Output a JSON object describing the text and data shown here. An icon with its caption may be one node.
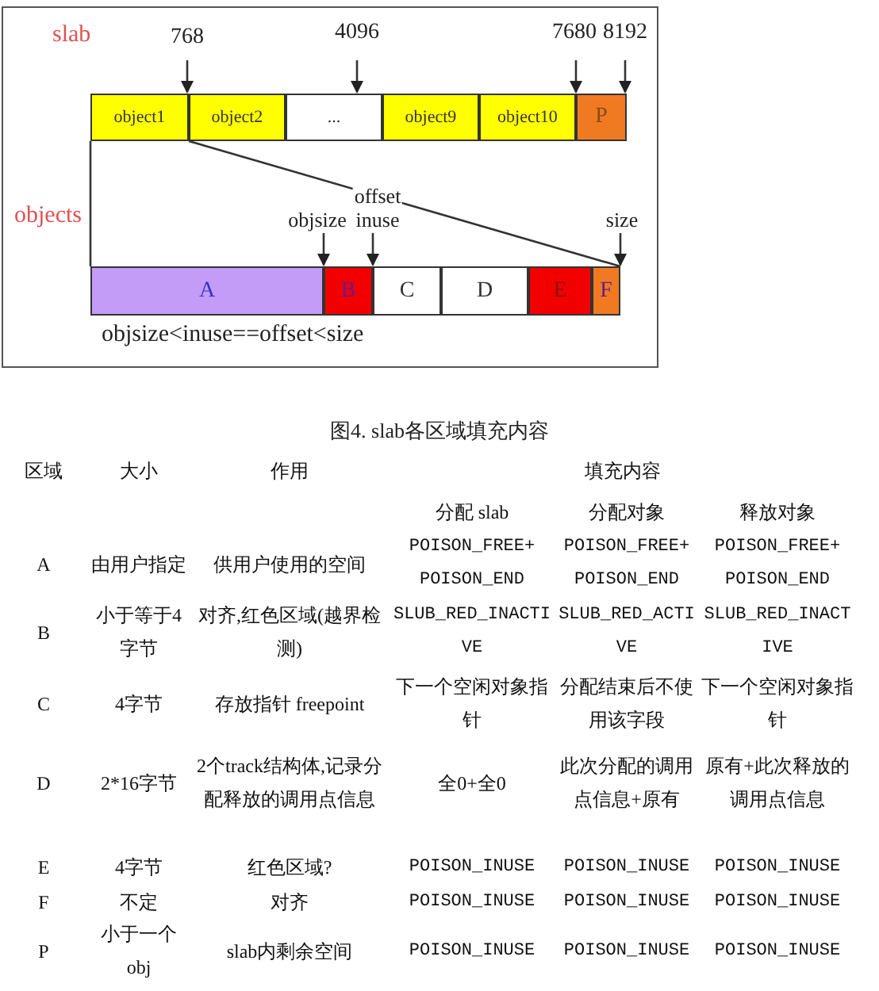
{
  "diagram": {
    "caption": "图4. slab各区域填充内容",
    "nodes": [
      {
        "text": [
          "object1"
        ]
      },
      {
        "text": [
          "object2"
        ]
      },
      {
        "text": [
          "..."
        ]
      },
      {
        "text": [
          "object9"
        ]
      },
      {
        "text": [
          "object10"
        ]
      },
      {
        "text": [
          "P"
        ]
      },
      {
        "text": [
          "A"
        ]
      },
      {
        "text": [
          "B"
        ]
      },
      {
        "text": [
          "C"
        ]
      },
      {
        "text": [
          "D"
        ]
      },
      {
        "text": [
          "E"
        ]
      },
      {
        "text": [
          "F"
        ]
      }
    ],
    "edges": [
      {
        "from": 0,
        "to": 6,
        "arrow": "none"
      },
      {
        "from": 0,
        "to": 11,
        "arrow": "none"
      }
    ],
    "labels": [
      "slab",
      "768",
      "4096",
      "7680",
      "8192",
      "objects",
      "objsize",
      "offset",
      "inuse",
      "size",
      "objsize<inuse==offset<size",
      "区域",
      "大小",
      "作用",
      "填充内容",
      "分配 slab",
      "分配对象",
      "释放对象",
      "A",
      "由用户指定",
      "供用户使用的空间",
      "POISON_FREE+ POISON_END",
      "POISON_FREE+ POISON_END",
      "POISON_FREE+ POISON_END",
      "B",
      "小于等于4字节",
      "对齐,红色区域(越界检测)",
      "SLUB_RED_INACTIVE",
      "SLUB_RED_ACTIVE",
      "SLUB_RED_INACTIVE",
      "C",
      "4字节",
      "存放指针 freepoint",
      "下一个空闲对象指针",
      "分配结束后不使用该字段",
      "下一个空闲对象指针",
      "D",
      "2*16字节",
      "2个track结构体,记录分配释放的调用点信息",
      "全0+全0",
      "此次分配的调用点信息+原有",
      "原有+此次释放的调用点信息",
      "E",
      "4字节",
      "红色区域?",
      "POISON_INUSE",
      "POISON_INUSE",
      "POISON_INUSE",
      "F",
      "不定",
      "对齐",
      "POISON_INUSE",
      "POISON_INUSE",
      "POISON_INUSE",
      "P",
      "小于一个obj",
      "slab内剩余空间",
      "POISON_INUSE",
      "POISON_INUSE",
      "POISON_INUSE"
    ]
  }
}
